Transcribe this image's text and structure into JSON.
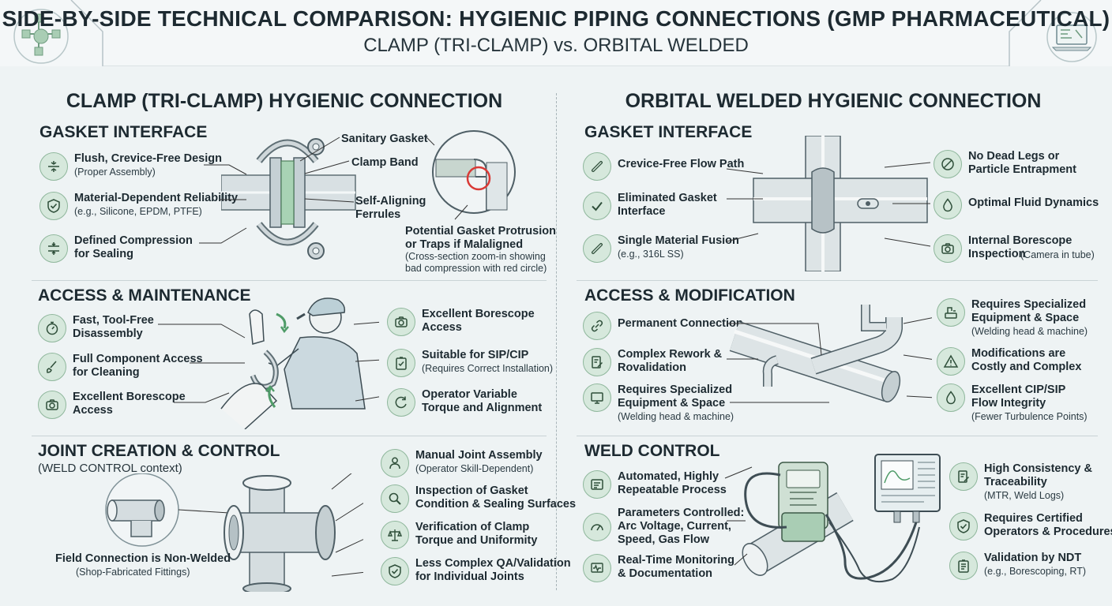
{
  "header": {
    "title": "SIDE-BY-SIDE TECHNICAL COMPARISON: HYGIENIC PIPING CONNECTIONS (GMP PHARMACEUTICAL)",
    "subtitle": "CLAMP (TRI-CLAMP) vs. ORBITAL WELDED"
  },
  "left": {
    "title": "CLAMP (TRI-CLAMP) HYGIENIC CONNECTION",
    "gasket": {
      "heading": "GASKET INTERFACE",
      "items": [
        {
          "main": "Flush, Crevice-Free Design",
          "sub": "(Proper Assembly)",
          "icon": "flush-icon"
        },
        {
          "main": "Material-Dependent Reliability",
          "sub": "(e.g., Silicone, EPDM, PTFE)",
          "icon": "shield-check-icon"
        },
        {
          "main": "Defined Compression\nfor Sealing",
          "sub": "",
          "icon": "compression-icon"
        }
      ],
      "labels": {
        "sanitary_gasket": "Sanitary Gasket",
        "clamp_band": "Clamp Band",
        "ferrules": "Self-Aligning\nFerrules",
        "protrusion": "Potential Gasket Protrusion\nor Traps if Malaligned",
        "protrusion_note": "(Cross-section zoom-in showing\nbad compression with red circle)"
      }
    },
    "access": {
      "heading": "ACCESS & MAINTENANCE",
      "left_items": [
        {
          "main": "Fast, Tool-Free\nDisassembly",
          "sub": "",
          "icon": "stopwatch-icon"
        },
        {
          "main": "Full Component Access\nfor Cleaning",
          "sub": "",
          "icon": "brush-icon"
        },
        {
          "main": "Excellent Borescope\nAccess",
          "sub": "",
          "icon": "camera-icon"
        }
      ],
      "right_items": [
        {
          "main": "Excellent Borescope\nAccess",
          "sub": "",
          "icon": "camera-icon"
        },
        {
          "main": "Suitable for SIP/CIP",
          "sub": "(Requires Correct Installation)",
          "icon": "clipboard-check-icon"
        },
        {
          "main": "Operator Variable\nTorque and Alignment",
          "sub": "",
          "icon": "rotate-icon"
        }
      ]
    },
    "joint": {
      "heading": "JOINT CREATION & CONTROL",
      "subheading": "(WELD CONTROL context)",
      "fitting_label": "Field Connection is Non-Welded",
      "fitting_sub": "(Shop-Fabricated Fittings)",
      "items": [
        {
          "main": "Manual Joint Assembly",
          "sub": "(Operator Skill-Dependent)",
          "icon": "person-icon"
        },
        {
          "main": "Inspection of Gasket\nCondition & Sealing Surfaces",
          "sub": "",
          "icon": "magnifier-icon"
        },
        {
          "main": "Verification of Clamp\nTorque and Uniformity",
          "sub": "",
          "icon": "scale-icon"
        },
        {
          "main": "Less Complex QA/Validation\nfor Individual Joints",
          "sub": "",
          "icon": "shield-check-icon"
        }
      ]
    }
  },
  "right": {
    "title": "ORBITAL WELDED HYGIENIC CONNECTION",
    "gasket": {
      "heading": "GASKET INTERFACE",
      "left_items": [
        {
          "main": "Crevice-Free Flow Path",
          "sub": "",
          "icon": "pipe-icon"
        },
        {
          "main": "Eliminated Gasket\nInterface",
          "sub": "",
          "icon": "check-icon"
        },
        {
          "main": "Single Material Fusion",
          "sub": "(e.g., 316L SS)",
          "icon": "pipe-icon"
        }
      ],
      "right_items": [
        {
          "main": "No Dead Legs or\nParticle Entrapment",
          "sub": "",
          "icon": "no-icon"
        },
        {
          "main": "Optimal Fluid Dynamics",
          "sub": "",
          "icon": "droplet-icon"
        },
        {
          "main": "Internal Borescope\nInspection",
          "sub": "(Camera in tube)",
          "inline_sub": true,
          "icon": "camera-icon"
        }
      ]
    },
    "access": {
      "heading": "ACCESS & MODIFICATION",
      "left_items": [
        {
          "main": "Permanent Connection",
          "sub": "",
          "icon": "link-icon"
        },
        {
          "main": "Complex Rework &\nRovalidation",
          "sub": "",
          "icon": "document-edit-icon"
        },
        {
          "main": "Requires Specialized\nEquipment & Space",
          "sub": "(Welding head & machine)",
          "icon": "monitor-icon"
        }
      ],
      "right_items": [
        {
          "main": "Requires Specialized\nEquipment & Space",
          "sub": "(Welding head & machine)",
          "icon": "machine-icon"
        },
        {
          "main": "Modifications are\nCostly and Complex",
          "sub": "",
          "icon": "warning-icon"
        },
        {
          "main": "Excellent CIP/SIP\nFlow Integrity",
          "sub": "(Fewer Turbulence Points)",
          "icon": "droplet-icon"
        }
      ]
    },
    "weld": {
      "heading": "WELD CONTROL",
      "left_items": [
        {
          "main": "Automated, Highly\nRepeatable Process",
          "sub": "",
          "icon": "gauge-icon"
        },
        {
          "main": "Parameters Controlled:\nArc Voltage, Current,\nSpeed, Gas Flow",
          "sub": "",
          "icon": "dial-icon"
        },
        {
          "main": "Real-Time Monitoring\n& Documentation",
          "sub": "",
          "icon": "waveform-icon"
        }
      ],
      "right_items": [
        {
          "main": "High Consistency &\nTraceability",
          "sub": "(MTR, Weld Logs)",
          "icon": "document-edit-icon"
        },
        {
          "main": "Requires Certified\nOperators & Procedures",
          "sub": "",
          "icon": "shield-check-icon"
        },
        {
          "main": "Validation by NDT",
          "sub": "(e.g., Borescoping, RT)",
          "icon": "clipboard-icon"
        }
      ]
    }
  },
  "colors": {
    "accent": "#8fb79c",
    "icon_bg": "#d6e8dc",
    "alert": "#d93a36",
    "steel": "#c9d2d6"
  }
}
